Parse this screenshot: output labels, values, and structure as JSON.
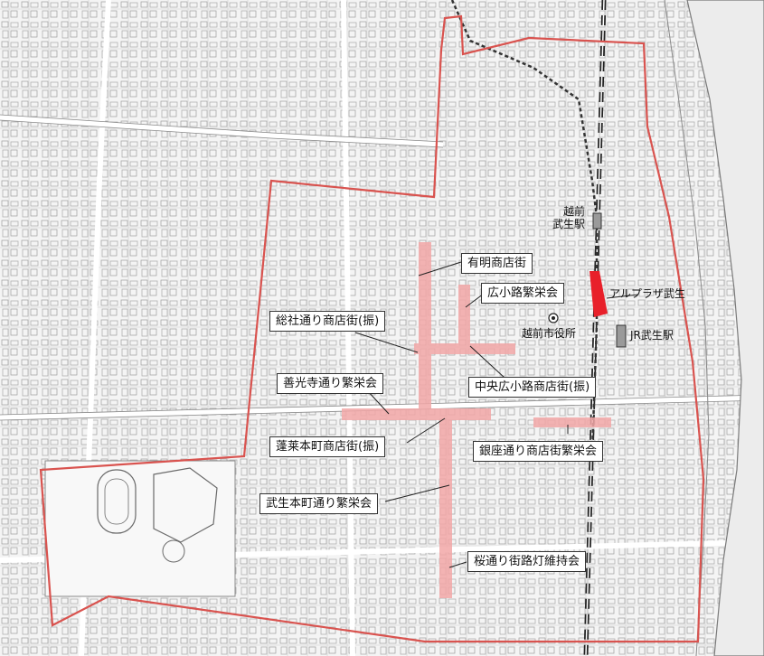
{
  "colors": {
    "boundary": "#d9534f",
    "street_highlight": "#f2a7a7",
    "landmark": "#e8202a",
    "station": "#9a9a9a"
  },
  "labels": {
    "ariake": "有明商店街",
    "hirokoji": "広小路繁栄会",
    "sosha": "総社通り商店街(振)",
    "chuo_hirokoji": "中央広小路商店街(振)",
    "zenkoji": "善光寺通り繁栄会",
    "horai": "蓬莱本町商店街(振)",
    "ginza": "銀座通り商店街繁栄会",
    "takefu_honmachi": "武生本町通り繁栄会",
    "sakura": "桜通り街路灯維持会"
  },
  "places": {
    "echizen_takefu_station_line1": "越前",
    "echizen_takefu_station_line2": "武生駅",
    "alplaza": "アルプラザ武生",
    "city_hall": "越前市役所",
    "jr_takefu_station": "JR武生駅"
  },
  "icons": {
    "station": "station-icon",
    "city_hall": "city-hall-icon"
  }
}
